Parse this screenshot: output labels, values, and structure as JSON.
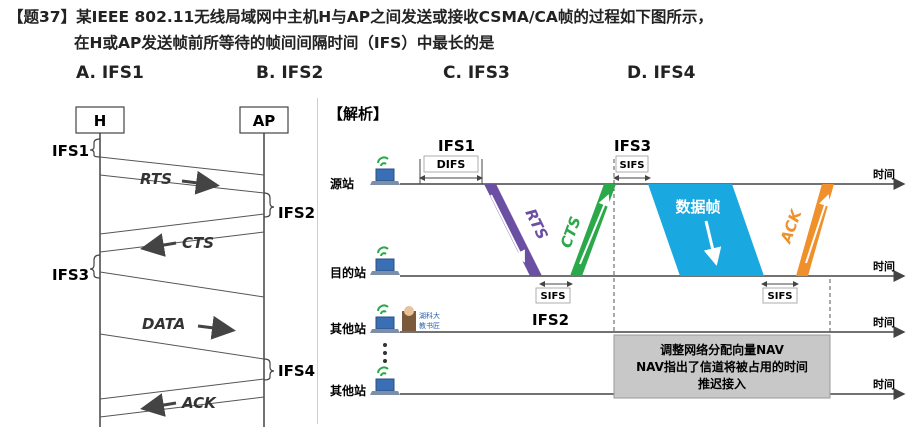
{
  "question": {
    "line1": "【题37】某IEEE 802.11无线局域网中主机H与AP之间发送或接收CSMA/CA帧的过程如下图所示，",
    "line2": "在H或AP发送帧前所等待的帧间间隔时间（IFS）中最长的是",
    "options": [
      "A. IFS1",
      "B. IFS2",
      "C. IFS3",
      "D. IFS4"
    ]
  },
  "left_diagram": {
    "host_label": "H",
    "ap_label": "AP",
    "ifs_labels": [
      "IFS1",
      "IFS2",
      "IFS3",
      "IFS4"
    ],
    "frames": [
      "RTS",
      "CTS",
      "DATA",
      "ACK"
    ]
  },
  "analysis": {
    "heading": "【解析】",
    "stations": [
      "源站",
      "目的站",
      "其他站",
      "其他站"
    ],
    "time_label": "时间",
    "top_labels": {
      "ifs1": "IFS1",
      "ifs3": "IFS3",
      "difs": "DIFS",
      "sifs": "SIFS"
    },
    "frames": {
      "rts": "RTS",
      "cts": "CTS",
      "data": "数据帧",
      "ack": "ACK"
    },
    "bottom_sifs": "SIFS",
    "ifs2": "IFS2",
    "nav_lines": [
      "调整网络分配向量NAV",
      "NAV指出了信道将被占用的时间",
      "推迟接入"
    ],
    "watermark": "湖科大\n教书匠",
    "colors": {
      "rts": "#6b4fa3",
      "cts": "#2aa84a",
      "data": "#1aa8e0",
      "ack": "#f0902a",
      "nav": "#c8c8c8"
    }
  }
}
